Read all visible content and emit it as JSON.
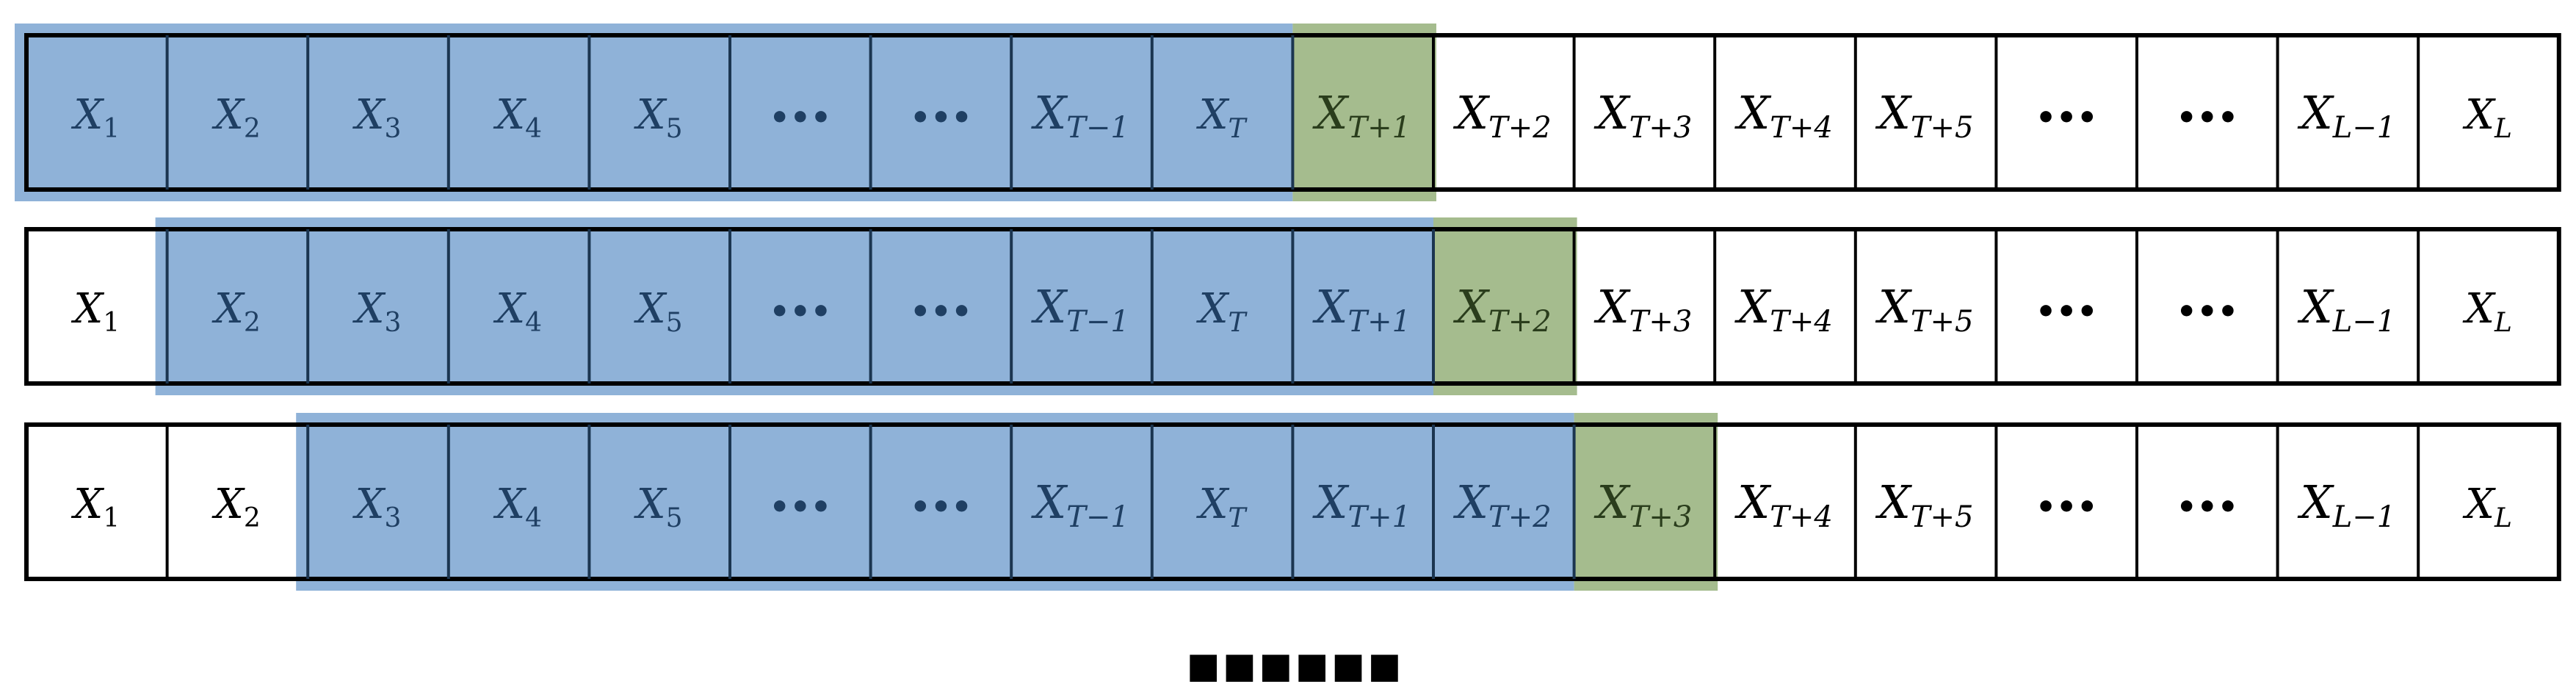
{
  "cell_labels": [
    {
      "base": "X",
      "sub": "1"
    },
    {
      "base": "X",
      "sub": "2"
    },
    {
      "base": "X",
      "sub": "3"
    },
    {
      "base": "X",
      "sub": "4"
    },
    {
      "base": "X",
      "sub": "5"
    },
    {
      "ellipsis": "•••"
    },
    {
      "ellipsis": "•••"
    },
    {
      "base": "X",
      "sub": "T−1"
    },
    {
      "base": "X",
      "sub": "T"
    },
    {
      "base": "X",
      "sub": "T+1"
    },
    {
      "base": "X",
      "sub": "T+2"
    },
    {
      "base": "X",
      "sub": "T+3"
    },
    {
      "base": "X",
      "sub": "T+4"
    },
    {
      "base": "X",
      "sub": "T+5"
    },
    {
      "ellipsis": "•••"
    },
    {
      "ellipsis": "•••"
    },
    {
      "base": "X",
      "sub": "L−1"
    },
    {
      "base": "X",
      "sub": "L"
    }
  ],
  "rows": [
    {
      "window_start": 0,
      "window_end": 8,
      "target": 9
    },
    {
      "window_start": 1,
      "window_end": 9,
      "target": 10
    },
    {
      "window_start": 2,
      "window_end": 10,
      "target": 11
    }
  ],
  "colors": {
    "window": "#8fb2d8",
    "target": "#a5bc8e",
    "border": "#000000"
  },
  "continuation": "■■■■■■"
}
